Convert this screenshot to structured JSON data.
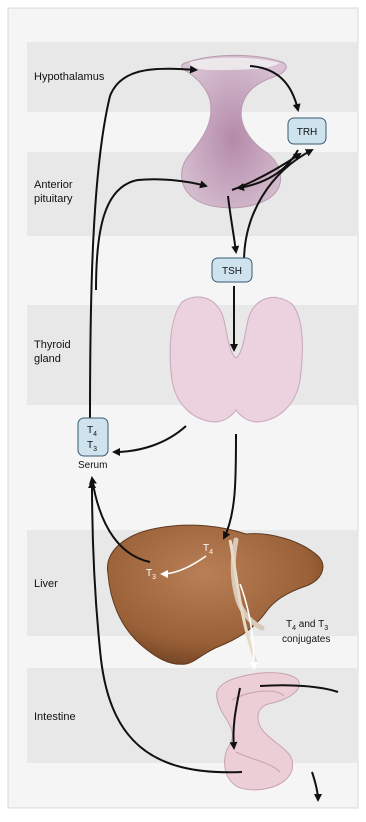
{
  "regions": {
    "hypothalamus": "Hypothalamus",
    "anterior_pituitary_line1": "Anterior",
    "anterior_pituitary_line2": "pituitary",
    "thyroid_line1": "Thyroid",
    "thyroid_line2": "gland",
    "liver": "Liver",
    "intestine": "Intestine"
  },
  "hormones": {
    "trh": "TRH",
    "tsh": "TSH",
    "t4_base": "T",
    "t4_sub": "4",
    "t3_base": "T",
    "t3_sub": "3",
    "serum": "Serum"
  },
  "liver_labels": {
    "t4_base": "T",
    "t4_sub": "4",
    "t3_base": "T",
    "t3_sub": "3"
  },
  "conjugates": {
    "line1_t4": "T",
    "line1_t4_sub": "4",
    "line1_and": " and T",
    "line1_t3_sub": "3",
    "line2": "conjugates"
  },
  "colors": {
    "band": "#ececec",
    "frame": "#f4f4f4",
    "hormone_box": "#cfe3ef",
    "hormone_stroke": "#3a5a70",
    "arrow": "#111111",
    "pituitary": "#c9a9c2",
    "thyroid": "#ecd3df",
    "liver": "#a0673d",
    "intestine": "#eccfd6"
  }
}
